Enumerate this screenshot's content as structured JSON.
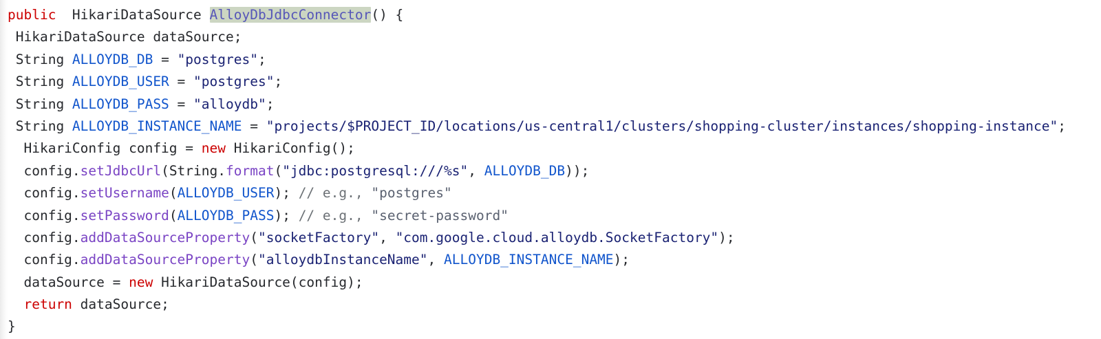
{
  "editor": {
    "language": "java",
    "background": "#ffffff",
    "default_text_color": "#26282c",
    "selection_background": "#ccd6c2",
    "selection_text_color": "#5656b8",
    "colors": {
      "keyword": "#cc0000",
      "constant": "#1155cc",
      "string": "#1a2273",
      "method": "#7a44c4",
      "comment": "#6c7176",
      "comment_string": "#5a6170",
      "plain": "#26282c"
    }
  },
  "code": {
    "lines": [
      {
        "n": 1,
        "text": "public  HikariDataSource AlloyDbJdbcConnector() {",
        "tokens": [
          {
            "t": "public",
            "type": "keyword"
          },
          {
            "t": "  HikariDataSource ",
            "type": "plain"
          },
          {
            "t": "AlloyDbJdbcConnector",
            "type": "selection"
          },
          {
            "t": "() {",
            "type": "plain"
          }
        ]
      },
      {
        "n": 2,
        "text": " HikariDataSource dataSource;",
        "tokens": [
          {
            "t": " HikariDataSource dataSource;",
            "type": "plain"
          }
        ]
      },
      {
        "n": 3,
        "text": " String ALLOYDB_DB = \"postgres\";",
        "tokens": [
          {
            "t": " String ",
            "type": "plain"
          },
          {
            "t": "ALLOYDB_DB",
            "type": "constant"
          },
          {
            "t": " = ",
            "type": "plain"
          },
          {
            "t": "\"postgres\"",
            "type": "string"
          },
          {
            "t": ";",
            "type": "plain"
          }
        ]
      },
      {
        "n": 4,
        "text": " String ALLOYDB_USER = \"postgres\";",
        "tokens": [
          {
            "t": " String ",
            "type": "plain"
          },
          {
            "t": "ALLOYDB_USER",
            "type": "constant"
          },
          {
            "t": " = ",
            "type": "plain"
          },
          {
            "t": "\"postgres\"",
            "type": "string"
          },
          {
            "t": ";",
            "type": "plain"
          }
        ]
      },
      {
        "n": 5,
        "text": " String ALLOYDB_PASS = \"alloydb\";",
        "tokens": [
          {
            "t": " String ",
            "type": "plain"
          },
          {
            "t": "ALLOYDB_PASS",
            "type": "constant"
          },
          {
            "t": " = ",
            "type": "plain"
          },
          {
            "t": "\"alloydb\"",
            "type": "string"
          },
          {
            "t": ";",
            "type": "plain"
          }
        ]
      },
      {
        "n": 6,
        "text": " String ALLOYDB_INSTANCE_NAME = \"projects/$PROJECT_ID/locations/us-central1/clusters/shopping-cluster/instances/shopping-instance\";",
        "tokens": [
          {
            "t": " String ",
            "type": "plain"
          },
          {
            "t": "ALLOYDB_INSTANCE_NAME",
            "type": "constant"
          },
          {
            "t": " = ",
            "type": "plain"
          },
          {
            "t": "\"projects/$PROJECT_ID/locations/us-central1/clusters/shopping-cluster/instances/shopping-instance\"",
            "type": "string"
          },
          {
            "t": ";",
            "type": "plain"
          }
        ]
      },
      {
        "n": 7,
        "text": "  HikariConfig config = new HikariConfig();",
        "tokens": [
          {
            "t": "  HikariConfig config = ",
            "type": "plain"
          },
          {
            "t": "new",
            "type": "keyword"
          },
          {
            "t": " HikariConfig();",
            "type": "plain"
          }
        ]
      },
      {
        "n": 8,
        "text": "  config.setJdbcUrl(String.format(\"jdbc:postgresql:///%s\", ALLOYDB_DB));",
        "tokens": [
          {
            "t": "  config.",
            "type": "plain"
          },
          {
            "t": "setJdbcUrl",
            "type": "method"
          },
          {
            "t": "(String.",
            "type": "plain"
          },
          {
            "t": "format",
            "type": "method"
          },
          {
            "t": "(",
            "type": "plain"
          },
          {
            "t": "\"jdbc:postgresql:///%s\"",
            "type": "string"
          },
          {
            "t": ", ",
            "type": "plain"
          },
          {
            "t": "ALLOYDB_DB",
            "type": "constant"
          },
          {
            "t": "));",
            "type": "plain"
          }
        ]
      },
      {
        "n": 9,
        "text": "  config.setUsername(ALLOYDB_USER); // e.g., \"postgres\"",
        "tokens": [
          {
            "t": "  config.",
            "type": "plain"
          },
          {
            "t": "setUsername",
            "type": "method"
          },
          {
            "t": "(",
            "type": "plain"
          },
          {
            "t": "ALLOYDB_USER",
            "type": "constant"
          },
          {
            "t": "); ",
            "type": "plain"
          },
          {
            "t": "// e.g., ",
            "type": "comment"
          },
          {
            "t": "\"postgres\"",
            "type": "comment_string"
          }
        ]
      },
      {
        "n": 10,
        "text": "  config.setPassword(ALLOYDB_PASS); // e.g., \"secret-password\"",
        "tokens": [
          {
            "t": "  config.",
            "type": "plain"
          },
          {
            "t": "setPassword",
            "type": "method"
          },
          {
            "t": "(",
            "type": "plain"
          },
          {
            "t": "ALLOYDB_PASS",
            "type": "constant"
          },
          {
            "t": "); ",
            "type": "plain"
          },
          {
            "t": "// e.g., ",
            "type": "comment"
          },
          {
            "t": "\"secret-password\"",
            "type": "comment_string"
          }
        ]
      },
      {
        "n": 11,
        "text": "  config.addDataSourceProperty(\"socketFactory\", \"com.google.cloud.alloydb.SocketFactory\");",
        "tokens": [
          {
            "t": "  config.",
            "type": "plain"
          },
          {
            "t": "addDataSourceProperty",
            "type": "method"
          },
          {
            "t": "(",
            "type": "plain"
          },
          {
            "t": "\"socketFactory\"",
            "type": "string"
          },
          {
            "t": ", ",
            "type": "plain"
          },
          {
            "t": "\"com.google.cloud.alloydb.SocketFactory\"",
            "type": "string"
          },
          {
            "t": ");",
            "type": "plain"
          }
        ]
      },
      {
        "n": 12,
        "text": "  config.addDataSourceProperty(\"alloydbInstanceName\", ALLOYDB_INSTANCE_NAME);",
        "tokens": [
          {
            "t": "  config.",
            "type": "plain"
          },
          {
            "t": "addDataSourceProperty",
            "type": "method"
          },
          {
            "t": "(",
            "type": "plain"
          },
          {
            "t": "\"alloydbInstanceName\"",
            "type": "string"
          },
          {
            "t": ", ",
            "type": "plain"
          },
          {
            "t": "ALLOYDB_INSTANCE_NAME",
            "type": "constant"
          },
          {
            "t": ");",
            "type": "plain"
          }
        ]
      },
      {
        "n": 13,
        "text": "  dataSource = new HikariDataSource(config);",
        "tokens": [
          {
            "t": "  dataSource = ",
            "type": "plain"
          },
          {
            "t": "new",
            "type": "keyword"
          },
          {
            "t": " HikariDataSource(config);",
            "type": "plain"
          }
        ]
      },
      {
        "n": 14,
        "text": "  return dataSource;",
        "tokens": [
          {
            "t": "  ",
            "type": "plain"
          },
          {
            "t": "return",
            "type": "keyword"
          },
          {
            "t": " dataSource;",
            "type": "plain"
          }
        ]
      },
      {
        "n": 15,
        "text": "}",
        "tokens": [
          {
            "t": "}",
            "type": "plain"
          }
        ]
      }
    ]
  }
}
